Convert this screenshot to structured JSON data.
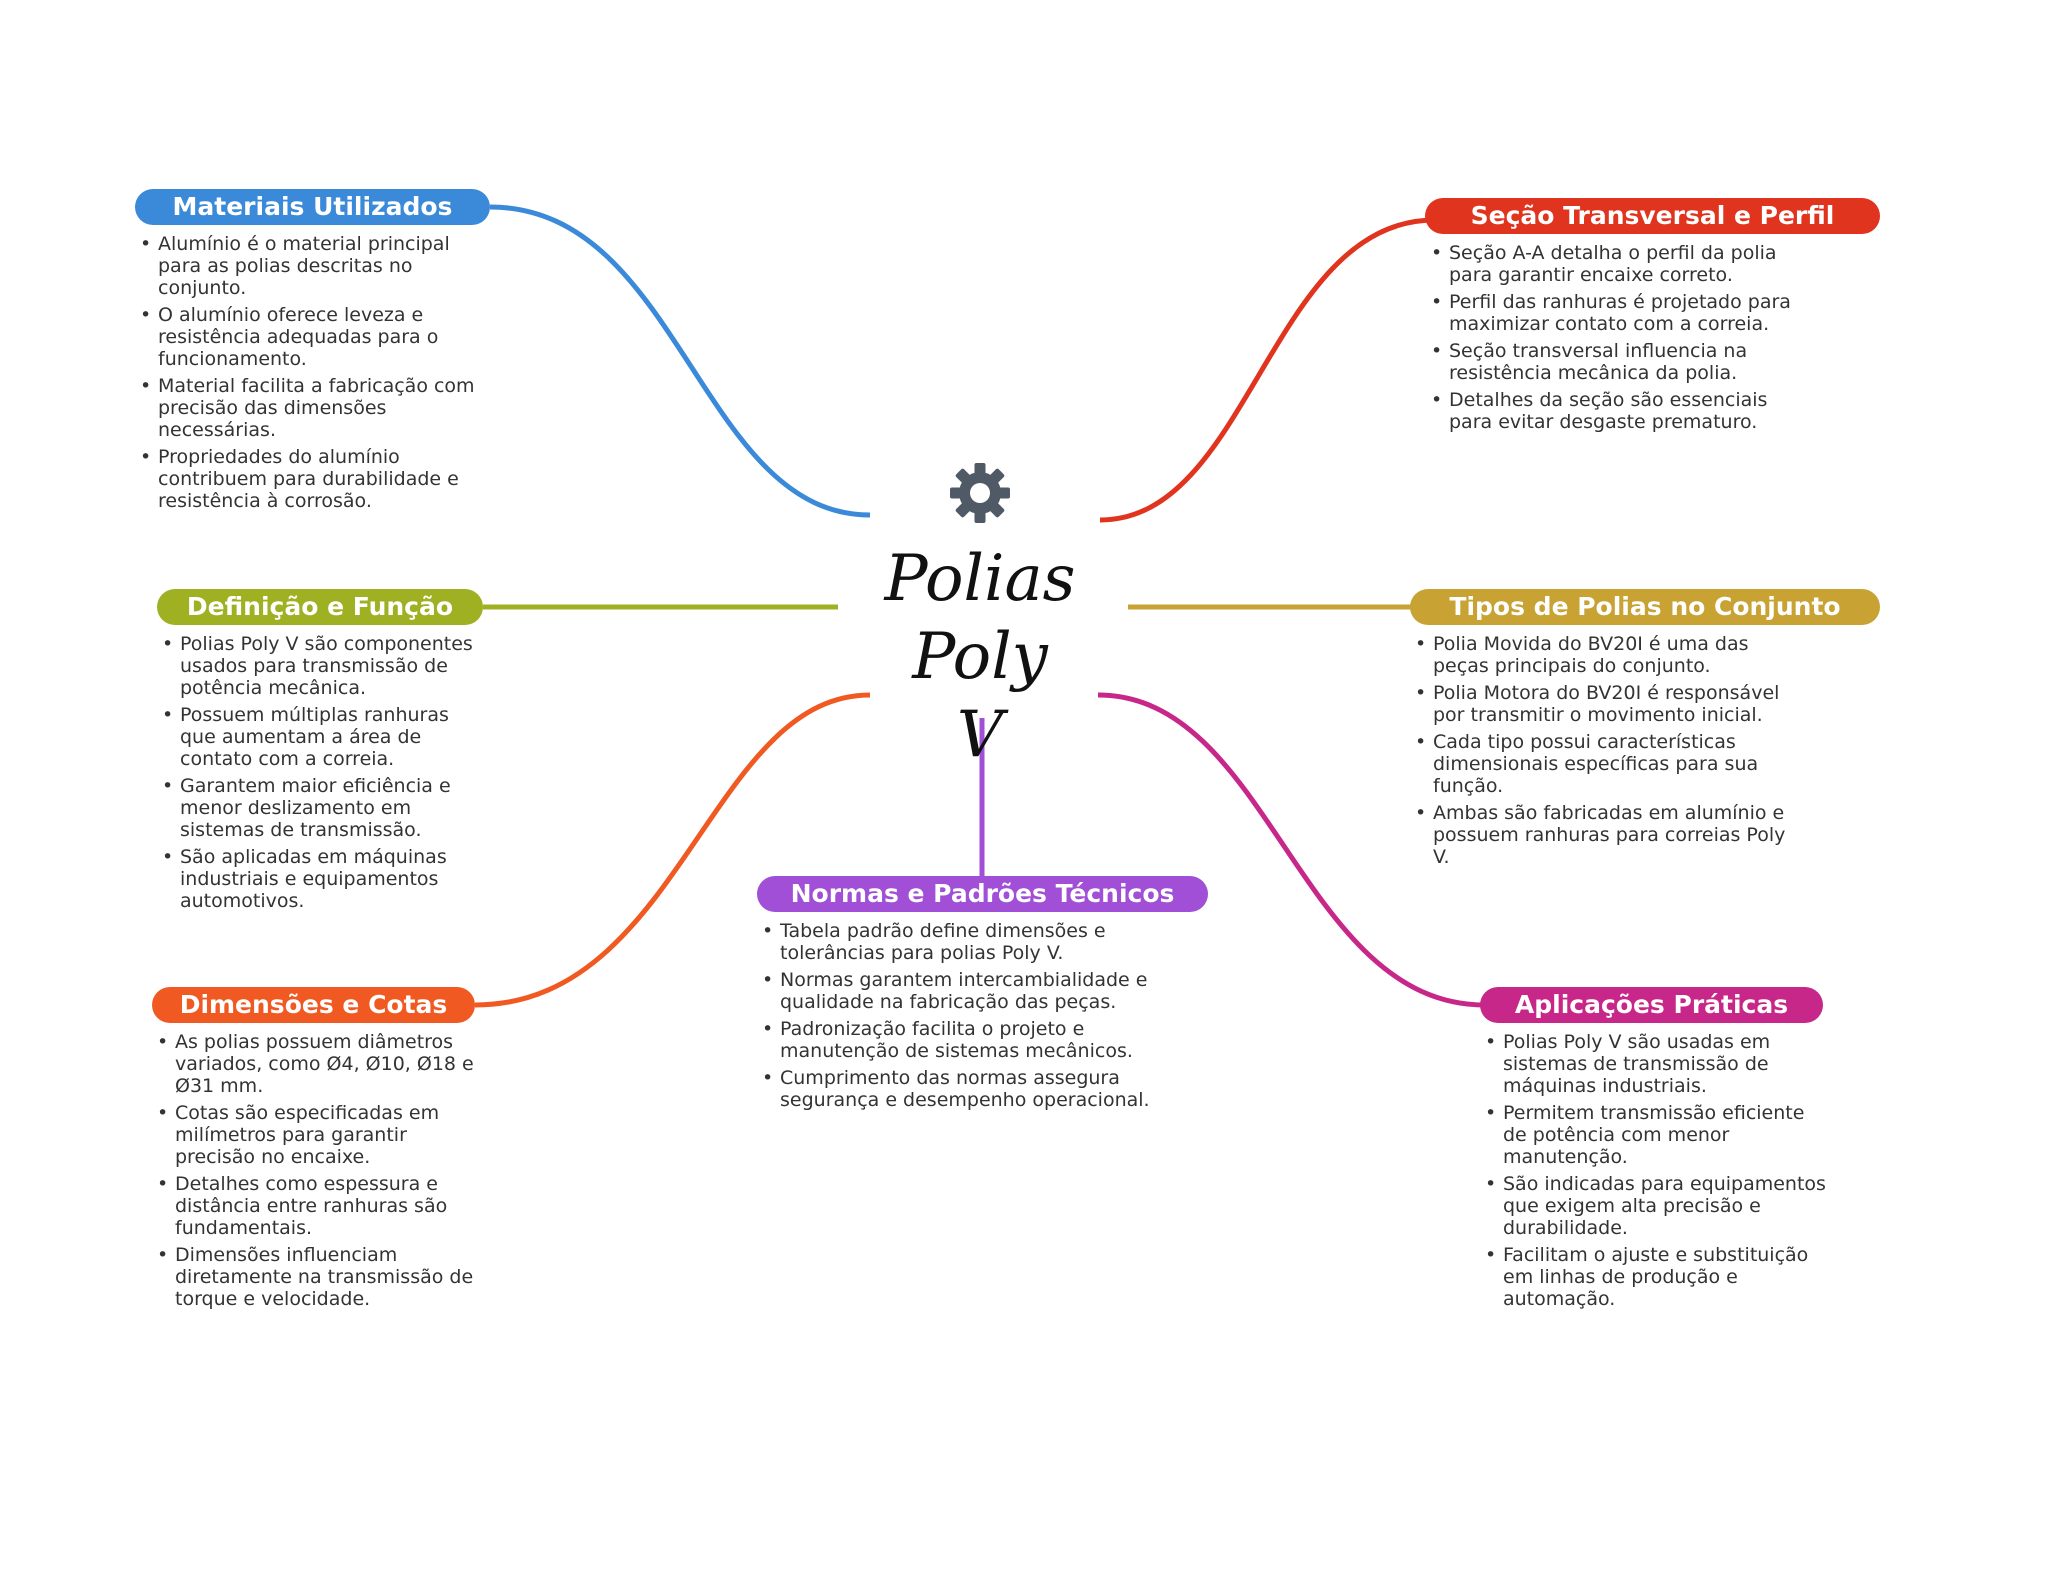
{
  "center": {
    "icon": "gear-icon",
    "title_line1": "Polias",
    "title_line2": "Poly V"
  },
  "branches": [
    {
      "title": "Materiais Utilizados",
      "color": "#3b8ad9",
      "bullets": [
        "Alumínio é o material principal para as polias descritas no conjunto.",
        "O alumínio oferece leveza e resistência adequadas para o funcionamento.",
        "Material facilita a fabricação com precisão das dimensões necessárias.",
        "Propriedades do alumínio contribuem para durabilidade e resistência à corrosão."
      ]
    },
    {
      "title": "Definição e Função",
      "color": "#a0b023",
      "bullets": [
        "Polias Poly V são componentes usados para transmissão de potência mecânica.",
        "Possuem múltiplas ranhuras que aumentam a área de contato com a correia.",
        "Garantem maior eficiência e menor deslizamento em sistemas de transmissão.",
        "São aplicadas em máquinas industriais e equipamentos automotivos."
      ]
    },
    {
      "title": "Dimensões e Cotas",
      "color": "#f05a22",
      "bullets": [
        "As polias possuem diâmetros variados, como Ø4, Ø10, Ø18 e Ø31 mm.",
        "Cotas são especificadas em milímetros para garantir precisão no encaixe.",
        "Detalhes como espessura e distância entre ranhuras são fundamentais.",
        "Dimensões influenciam diretamente na transmissão de torque e velocidade."
      ]
    },
    {
      "title": "Normas e Padrões Técnicos",
      "color": "#a04fd6",
      "bullets": [
        "Tabela padrão define dimensões e tolerâncias para polias Poly V.",
        "Normas garantem intercambialidade e qualidade na fabricação das peças.",
        "Padronização facilita o projeto e manutenção de sistemas mecânicos.",
        "Cumprimento das normas assegura segurança e desempenho operacional."
      ]
    },
    {
      "title": "Seção Transversal e Perfil",
      "color": "#e0341f",
      "bullets": [
        "Seção A-A detalha o perfil da polia para garantir encaixe correto.",
        "Perfil das ranhuras é projetado para maximizar contato com a correia.",
        "Seção transversal influencia na resistência mecânica da polia.",
        "Detalhes da seção são essenciais para evitar desgaste prematuro."
      ]
    },
    {
      "title": "Tipos de Polias no Conjunto",
      "color": "#c9a234",
      "bullets": [
        "Polia Movida do BV20I é uma das peças principais do conjunto.",
        "Polia Motora do BV20I é responsável por transmitir o movimento inicial.",
        "Cada tipo possui características dimensionais específicas para sua função.",
        "Ambas são fabricadas em alumínio e possuem ranhuras para correias Poly V."
      ]
    },
    {
      "title": "Aplicações Práticas",
      "color": "#c8278a",
      "bullets": [
        "Polias Poly V são usadas em sistemas de transmissão de máquinas industriais.",
        "Permitem transmissão eficiente de potência com menor manutenção.",
        "São indicadas para equipamentos que exigem alta precisão e durabilidade.",
        "Facilitam o ajuste e substituição em linhas de produção e automação."
      ]
    }
  ]
}
